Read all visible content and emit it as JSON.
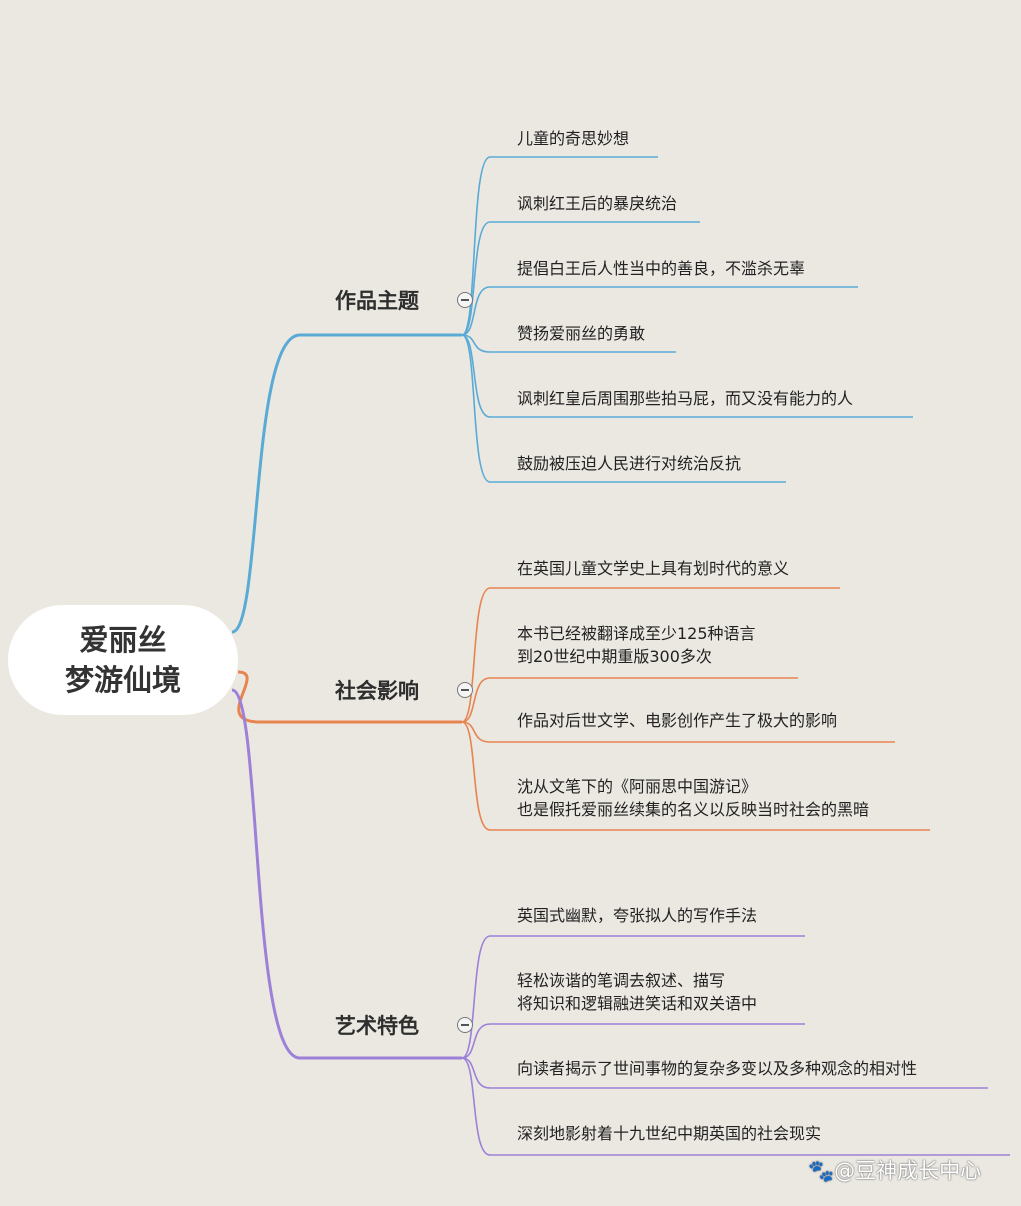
{
  "root": {
    "line1": "爱丽丝",
    "line2": "梦游仙境"
  },
  "colors": {
    "theme": "#5aaad6",
    "impact": "#e8844f",
    "art": "#9d80d8",
    "background": "#ebe8e2"
  },
  "branches": [
    {
      "label": "作品主题",
      "leaves": [
        {
          "lines": [
            "儿童的奇思妙想"
          ]
        },
        {
          "lines": [
            "讽刺红王后的暴戾统治"
          ]
        },
        {
          "lines": [
            "提倡白王后人性当中的善良，不滥杀无辜"
          ]
        },
        {
          "lines": [
            "赞扬爱丽丝的勇敢"
          ]
        },
        {
          "lines": [
            "讽刺红皇后周围那些拍马屁，而又没有能力的人"
          ]
        },
        {
          "lines": [
            "鼓励被压迫人民进行对统治反抗"
          ]
        }
      ]
    },
    {
      "label": "社会影响",
      "leaves": [
        {
          "lines": [
            "在英国儿童文学史上具有划时代的意义"
          ]
        },
        {
          "lines": [
            "本书已经被翻译成至少125种语言",
            "到20世纪中期重版300多次"
          ]
        },
        {
          "lines": [
            "作品对后世文学、电影创作产生了极大的影响"
          ]
        },
        {
          "lines": [
            "沈从文笔下的《阿丽思中国游记》",
            "也是假托爱丽丝续集的名义以反映当时社会的黑暗"
          ]
        }
      ]
    },
    {
      "label": "艺术特色",
      "leaves": [
        {
          "lines": [
            "英国式幽默，夸张拟人的写作手法"
          ]
        },
        {
          "lines": [
            "轻松诙谐的笔调去叙述、描写",
            "将知识和逻辑融进笑话和双关语中"
          ]
        },
        {
          "lines": [
            "向读者揭示了世间事物的复杂多变以及多种观念的相对性"
          ]
        },
        {
          "lines": [
            "深刻地影射着十九世纪中期英国的社会现实"
          ]
        }
      ]
    }
  ],
  "watermark": "@豆神成长中心"
}
